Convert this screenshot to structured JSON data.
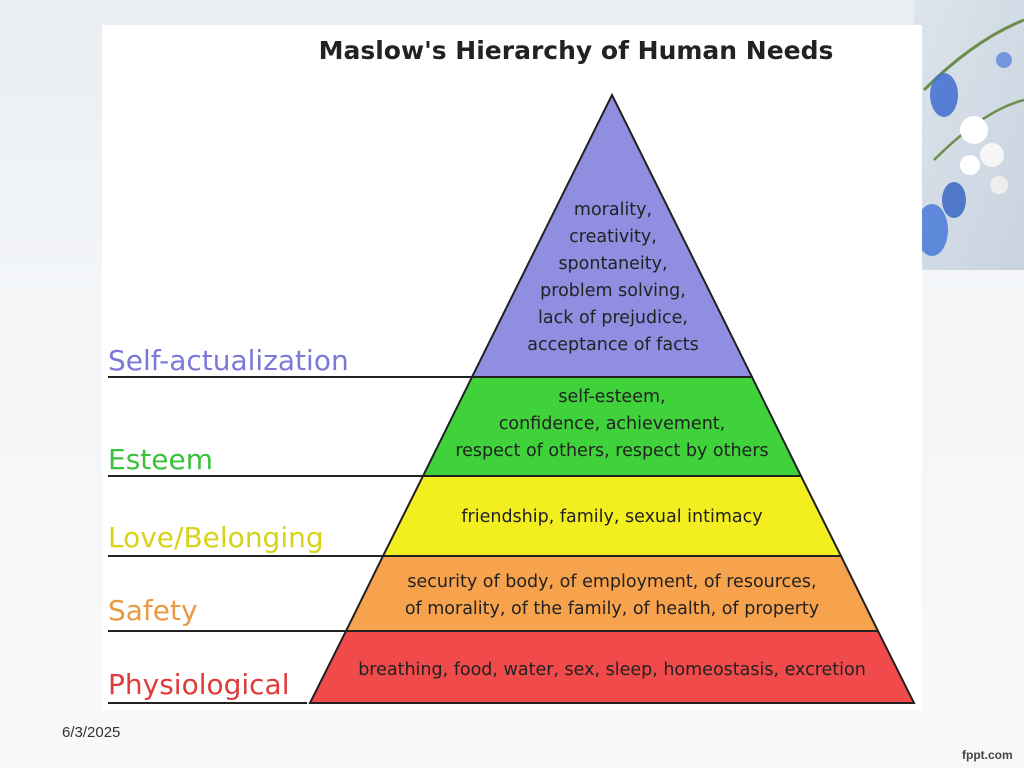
{
  "title": "Maslow's Hierarchy of Human Needs",
  "colors": {
    "background": "#eef1f4",
    "panel": "#ffffff",
    "self_actualization": "#8f8ee0",
    "esteem": "#3fd23b",
    "love_belonging": "#f3ee1f",
    "safety": "#f7a24d",
    "physiological": "#f04a4a"
  },
  "levels": [
    {
      "label": "Self-actualization",
      "label_color": "#7b78d8",
      "lines": [
        "morality,",
        "creativity,",
        "spontaneity,",
        "problem solving,",
        "lack of prejudice,",
        "acceptance of facts"
      ]
    },
    {
      "label": "Esteem",
      "label_color": "#3cc13c",
      "lines": [
        "self-esteem,",
        "confidence, achievement,",
        "respect of others, respect by others"
      ]
    },
    {
      "label": "Love/Belonging",
      "label_color": "#d8d218",
      "lines": [
        "friendship, family, sexual intimacy"
      ]
    },
    {
      "label": "Safety",
      "label_color": "#e99a42",
      "lines": [
        "security of body, of employment, of resources,",
        "of morality, of the family, of health, of property"
      ]
    },
    {
      "label": "Physiological",
      "label_color": "#e03a3a",
      "lines": [
        "breathing, food, water, sex, sleep, homeostasis, excretion"
      ]
    }
  ],
  "footer": {
    "date": "6/3/2025",
    "brand": "fppt.com"
  }
}
